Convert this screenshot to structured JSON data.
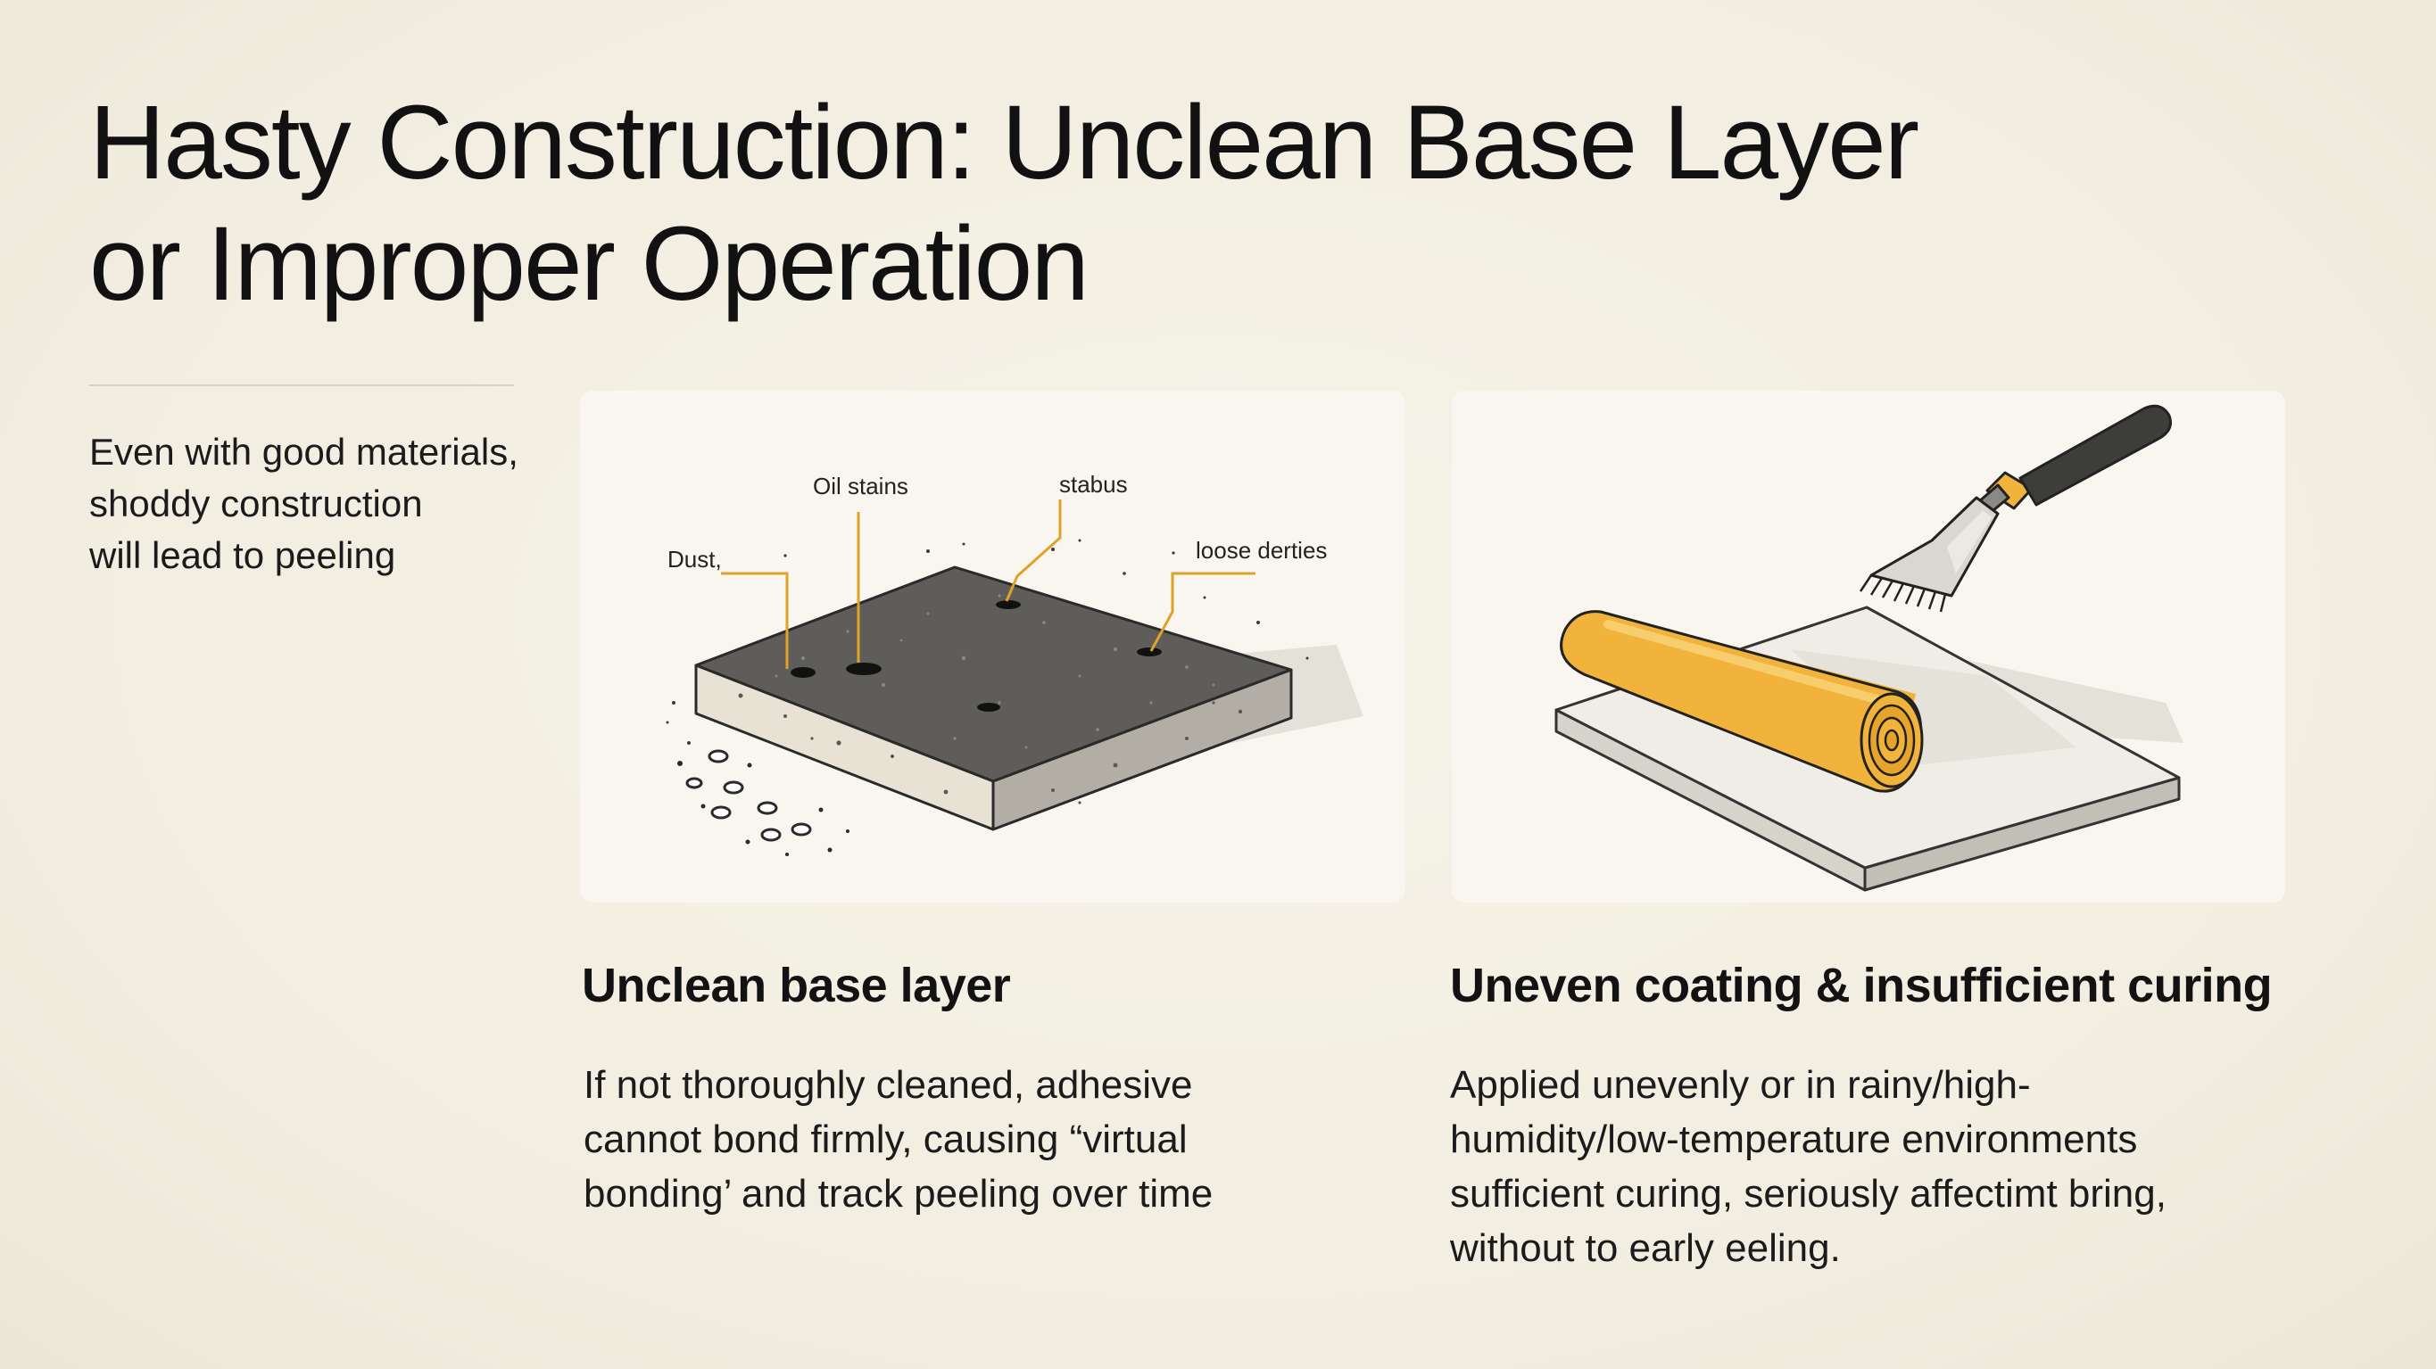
{
  "title": {
    "line1": "Hasty Construction: Unclean Base Layer",
    "line2": "or Improper Operation"
  },
  "intro": {
    "line1": "Even with good materials,",
    "line2": "shoddy construction",
    "line3": "will lead to peeling"
  },
  "left_card": {
    "callouts": {
      "dust": "Dust,",
      "oil": "Oil stains",
      "stabus": "stabus",
      "debris": "loose derties"
    },
    "heading": "Unclean base layer",
    "desc": {
      "line1": "If not thoroughly cleaned, adhesive",
      "line2": "cannot bond firmly, causing “virtual",
      "line3": "bonding’ and track peeling over time"
    }
  },
  "right_card": {
    "heading": "Uneven coating & insufficient curing",
    "desc": {
      "line1": "Applied unevenly or in rainy/high-",
      "line2": "humidity/low-temperature environments",
      "line3": "sufficient curing, seriously affectimt bring,",
      "line4": "without to early eeling."
    }
  },
  "icons": {
    "slab": "dirty-concrete-slab-icon",
    "roller": "paint-roller-icon",
    "scraper": "scraper-icon"
  },
  "colors": {
    "background": "#f3efe2",
    "card": "#f8f6ee",
    "accent": "#f2b33d",
    "leader_line": "#e1a22a",
    "slab_top": "#5e5d59",
    "text": "#141414"
  }
}
